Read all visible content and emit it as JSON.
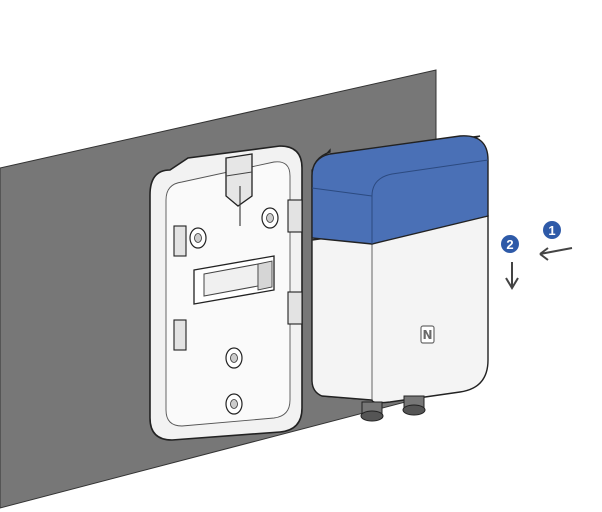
{
  "diagram": {
    "steps": [
      {
        "number": "1",
        "action": "push-in"
      },
      {
        "number": "2",
        "action": "slide-down"
      }
    ],
    "nfc_label": "N",
    "colors": {
      "wall": "#777777",
      "lid": "#4a70b6",
      "step_badge": "#2e5aa8",
      "housing": "#f4f4f4",
      "outline": "#222222"
    }
  }
}
